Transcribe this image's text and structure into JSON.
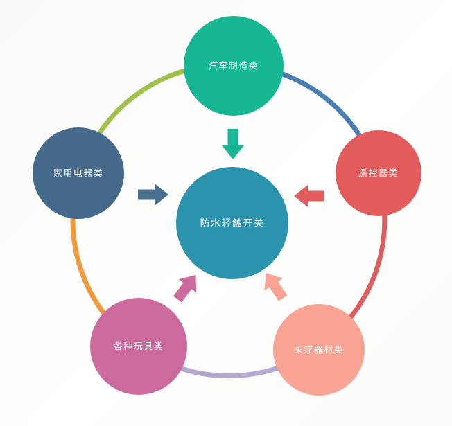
{
  "diagram": {
    "center": {
      "label": "防水轻触开关",
      "color": "#2b93ad",
      "text_color": "#ffffff"
    },
    "nodes": [
      {
        "id": "automotive",
        "label": "汽车制造类",
        "color": "#15b795",
        "arrow_color": "#15b795",
        "position": "top"
      },
      {
        "id": "remote-control",
        "label": "遥控器类",
        "color": "#e25c5c",
        "arrow_color": "#e25c5c",
        "position": "right"
      },
      {
        "id": "medical",
        "label": "医疗器材类",
        "color": "#f8a393",
        "arrow_color": "#f8a393",
        "position": "bottom-right"
      },
      {
        "id": "toys",
        "label": "各种玩具类",
        "color": "#cd6a9d",
        "arrow_color": "#cd6a9d",
        "position": "bottom-left"
      },
      {
        "id": "home-appliance",
        "label": "家用电器类",
        "color": "#456a8b",
        "arrow_color": "#4a708f",
        "position": "left"
      }
    ],
    "ring_segments": [
      {
        "id": "top-right",
        "color": "#4a7fb5"
      },
      {
        "id": "right",
        "color": "#dc5e5e"
      },
      {
        "id": "bottom",
        "color": "#b4a7d0"
      },
      {
        "id": "bottom-left",
        "color": "#f09a3d"
      },
      {
        "id": "top-left",
        "color": "#a0c24b"
      }
    ]
  }
}
